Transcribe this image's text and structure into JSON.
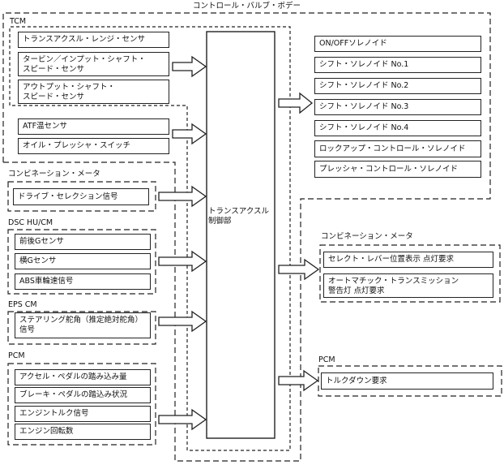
{
  "title": "コントロール・バルブ・ボデー",
  "center": {
    "label": "トランスアクスル\n制御部"
  },
  "inputs": {
    "tcm": {
      "label": "TCM",
      "items": [
        "トランスアクスル・レンジ・センサ",
        "タービン／インプット・シャフト・\nスピード・センサ",
        "アウトプット・シャフト・\nスピード・センサ"
      ]
    },
    "valve_body_sensors": {
      "items": [
        "ATF温センサ",
        "オイル・プレッシャ・スイッチ"
      ]
    },
    "combination_meter": {
      "label": "コンビネーション・メータ",
      "items": [
        "ドライブ・セレクション信号"
      ]
    },
    "dsc": {
      "label": "DSC HU/CM",
      "items": [
        "前後Gセンサ",
        "横Gセンサ",
        "ABS車輪速信号"
      ]
    },
    "eps": {
      "label": "EPS CM",
      "items": [
        "ステアリング舵角（推定絶対舵角）\n信号"
      ]
    },
    "pcm": {
      "label": "PCM",
      "items": [
        "アクセル・ペダルの踏み込み量",
        "ブレーキ・ペダルの踏込み状況",
        "エンジントルク信号",
        "エンジン回転数"
      ]
    }
  },
  "outputs": {
    "solenoids": {
      "items": [
        "ON/OFFソレノイド",
        "シフト・ソレノイド No.1",
        "シフト・ソレノイド No.2",
        "シフト・ソレノイド No.3",
        "シフト・ソレノイド No.4",
        "ロックアップ・コントロール・ソレノイド",
        "プレッシャ・コントロール・ソレノイド"
      ]
    },
    "combination_meter": {
      "label": "コンビネーション・メータ",
      "items": [
        "セレクト・レバー位置表示 点灯要求",
        "オートマチック・トランスミッション\n警告灯 点灯要求"
      ]
    },
    "pcm": {
      "label": "PCM",
      "items": [
        "トルクダウン要求"
      ]
    }
  }
}
